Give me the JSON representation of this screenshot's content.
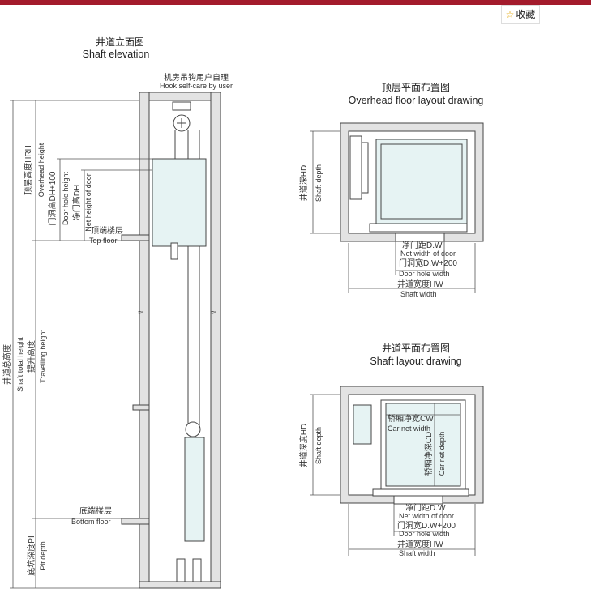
{
  "toolbar": {
    "favorite_label": "收藏",
    "favorite_icon": "star-icon"
  },
  "elevation": {
    "title_zh": "井道立面图",
    "title_en": "Shaft elevation",
    "hook_zh": "机房吊钩用户自理",
    "hook_en": "Hook self-care by user",
    "overhead_zh": "顶层高度HRH",
    "overhead_en": "Overhead height",
    "door_hole_zh": "门洞高DH+100",
    "door_hole_en": "Door hole height",
    "net_height_zh": "净门高DH",
    "net_height_en": "Net height of door",
    "top_floor_zh": "顶端楼层",
    "top_floor_en": "Top floor",
    "shaft_total_zh": "井道总高度",
    "shaft_total_en": "Shaft total height",
    "travel_zh": "提升高度",
    "travel_en": "Travelling height",
    "bottom_floor_zh": "底端楼层",
    "bottom_floor_en": "Bottom floor",
    "pit_zh": "底坑深度PI",
    "pit_en": "Pit depth"
  },
  "overhead_plan": {
    "title_zh": "顶层平面布置图",
    "title_en": "Overhead floor layout drawing",
    "depth_zh": "井道深HD",
    "depth_en": "Shaft depth",
    "net_door_zh": "净门距D.W",
    "net_door_en": "Net width of door",
    "door_hole_zh": "门洞宽D.W+200",
    "door_hole_en": "Door hole width",
    "shaft_width_zh": "井道宽度HW",
    "shaft_width_en": "Shaft width"
  },
  "shaft_plan": {
    "title_zh": "井道平面布置图",
    "title_en": "Shaft layout drawing",
    "depth_zh": "井道深度HD",
    "depth_en": "Shaft depth",
    "car_width_zh": "轿厢净宽CW",
    "car_width_en": "Car net width",
    "car_depth_zh": "轿厢净深CD",
    "car_depth_en": "Car net depth",
    "net_door_zh": "净门距D.W",
    "net_door_en": "Net width of door",
    "door_hole_zh": "门洞宽D.W+200",
    "door_hole_en": "Door hole width",
    "shaft_width_zh": "井道宽度HW",
    "shaft_width_en": "Shaft width"
  }
}
